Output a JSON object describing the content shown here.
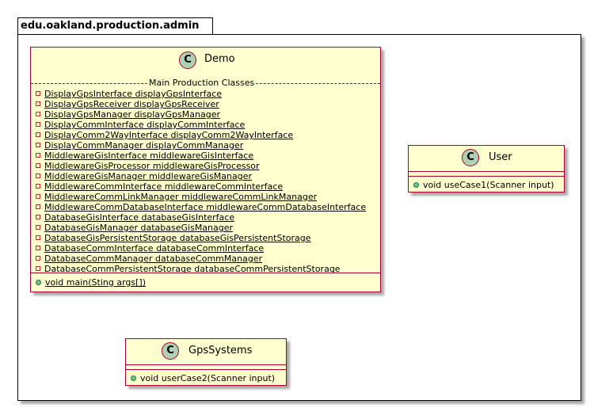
{
  "package": {
    "name": "edu.oakland.production.admin"
  },
  "classes": {
    "demo": {
      "stereotype_letter": "C",
      "name": "Demo",
      "section_label": "Main Production Classes",
      "fields": [
        "DisplayGpsInterface displayGpsInterface",
        "DisplayGpsReceiver displayGpsReceiver",
        "DisplayGpsManager displayGpsManager",
        "DisplayCommInterface displayCommInterface",
        "DisplayComm2WayInterface displayComm2WayInterface",
        "DisplayCommManager displayCommManager",
        "MiddlewareGisInterface middlewareGisInterface",
        "MiddlewareGisProcessor middlewareGisProcessor",
        "MiddlewareGisManager middlewareGisManager",
        "MiddlewareCommInterface middlewareCommInterface",
        "MiddlewareCommLinkManager middlewareCommLinkManager",
        "MiddlewareCommDatabaseInterface middlewareCommDatabaseInterface",
        "DatabaseGisInterface databaseGisInterface",
        "DatabaseGisManager databaseGisManager",
        "DatabaseGisPersistentStorage databaseGisPersistentStorage",
        "DatabaseCommInterface databaseCommInterface",
        "DatabaseCommManager databaseCommManager",
        "DatabaseCommPersistentStorage databaseCommPersistentStorage"
      ],
      "methods": [
        "void main(Sting args[])"
      ]
    },
    "user": {
      "stereotype_letter": "C",
      "name": "User",
      "methods": [
        "void useCase1(Scanner input)"
      ]
    },
    "gps": {
      "stereotype_letter": "C",
      "name": "GpsSystems",
      "methods": [
        "void userCase2(Scanner input)"
      ]
    }
  },
  "colors": {
    "class_fill": "#fefece",
    "class_border": "#a80036",
    "circle_fill": "#add1b2",
    "private_marker": "#c82930",
    "public_marker": "#84be84"
  }
}
